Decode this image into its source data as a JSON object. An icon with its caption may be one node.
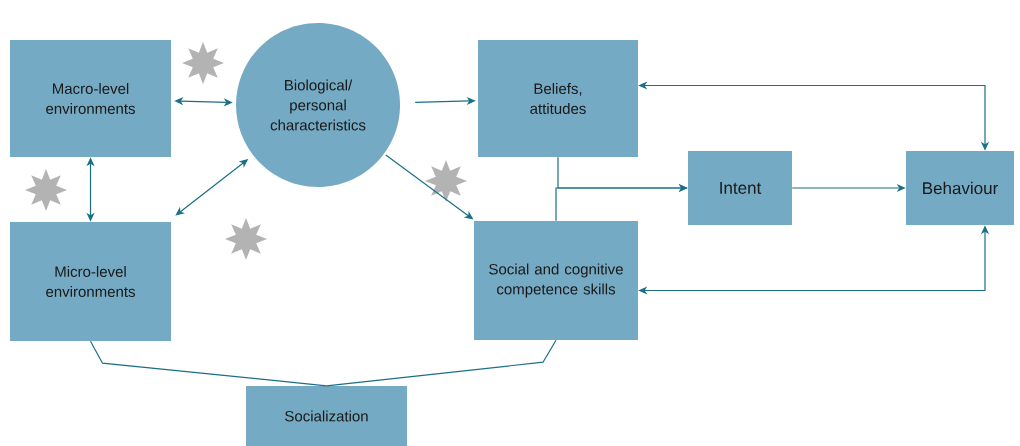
{
  "diagram": {
    "nodes": [
      {
        "text": [
          "Macro-level environments"
        ]
      },
      {
        "text": [
          "Biological/ personal characteristics"
        ]
      },
      {
        "text": [
          "Beliefs, attitudes"
        ]
      },
      {
        "text": [
          "Intent"
        ]
      },
      {
        "text": [
          "Behaviour"
        ]
      },
      {
        "text": [
          "Micro-level environments"
        ]
      },
      {
        "text": [
          "Social and cognitive competence skills"
        ]
      },
      {
        "text": [
          "Socialization"
        ]
      }
    ],
    "edges": [
      {
        "from": 0,
        "to": 1,
        "arrow": "both"
      },
      {
        "from": 0,
        "to": 5,
        "arrow": "both"
      },
      {
        "from": 5,
        "to": 1,
        "arrow": "both"
      },
      {
        "from": 1,
        "to": 2,
        "arrow": "to"
      },
      {
        "from": 1,
        "to": 6,
        "arrow": "to"
      },
      {
        "from": 2,
        "to": 3,
        "arrow": "to"
      },
      {
        "from": 6,
        "to": 3,
        "arrow": "to"
      },
      {
        "from": 3,
        "to": 4,
        "arrow": "to"
      },
      {
        "from": 2,
        "to": 4,
        "arrow": "both"
      },
      {
        "from": 6,
        "to": 4,
        "arrow": "both"
      },
      {
        "from": 5,
        "to": 7,
        "arrow": "none"
      },
      {
        "from": 6,
        "to": 7,
        "arrow": "none"
      }
    ]
  }
}
